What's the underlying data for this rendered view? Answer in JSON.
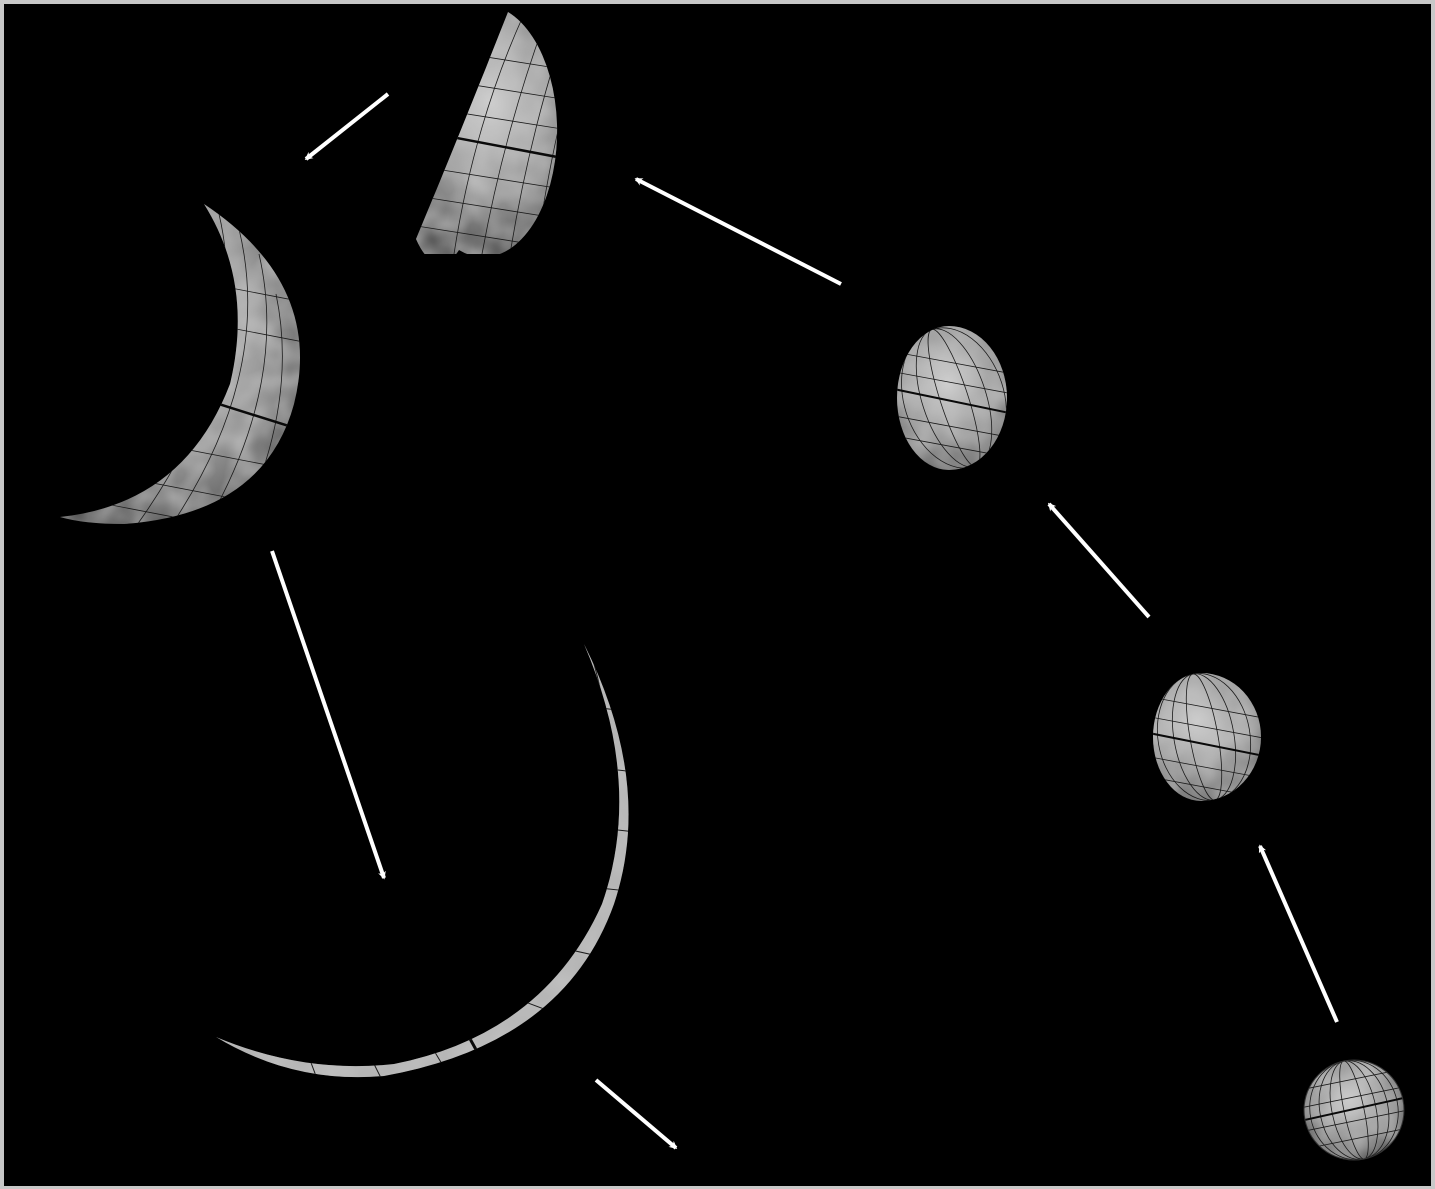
{
  "diagram": {
    "background_color": "#000000",
    "frame_color": "#c8c8c8",
    "arrow_color": "#ffffff",
    "planet_shading": "#a8a8a8",
    "grid_color": "#141414",
    "phases": [
      {
        "id": "full",
        "illumination": 0.97
      },
      {
        "id": "gibbous-large",
        "illumination": 0.85
      },
      {
        "id": "gibbous-small",
        "illumination": 0.72
      },
      {
        "id": "half",
        "illumination": 0.5
      },
      {
        "id": "crescent",
        "illumination": 0.27
      },
      {
        "id": "thin-crescent",
        "illumination": 0.04
      }
    ]
  }
}
